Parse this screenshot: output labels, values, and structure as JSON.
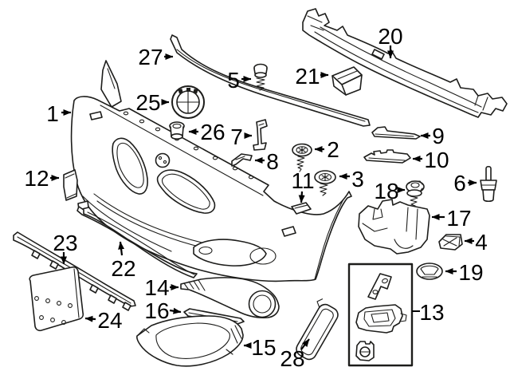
{
  "figure": {
    "kind": "exploded-parts-diagram",
    "background": "#ffffff",
    "line_color": "#1d1d1b",
    "label_color": "#000000"
  },
  "icons": {
    "emblem": "bmw-roundel-icon"
  },
  "callouts": {
    "n1": "1",
    "n2": "2",
    "n3": "3",
    "n4": "4",
    "n5": "5",
    "n6": "6",
    "n7": "7",
    "n8": "8",
    "n9": "9",
    "n10": "10",
    "n11": "11",
    "n12": "12",
    "n13": "13",
    "n14": "14",
    "n15": "15",
    "n16": "16",
    "n17": "17",
    "n18": "18",
    "n19": "19",
    "n20": "20",
    "n21": "21",
    "n22": "22",
    "n23": "23",
    "n24": "24",
    "n25": "25",
    "n26": "26",
    "n27": "27",
    "n28": "28"
  }
}
